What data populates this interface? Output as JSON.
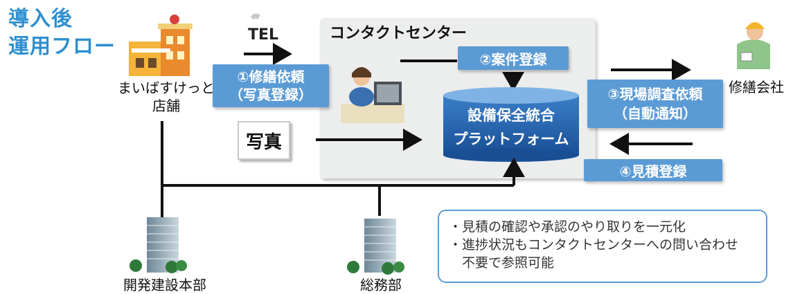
{
  "title": {
    "line1": "導入後",
    "line2": "運用フロー"
  },
  "contact_center": {
    "title": "コンタクトセンター",
    "platform_line1": "設備保全統合",
    "platform_line2": "プラットフォーム"
  },
  "flow": {
    "tel_label": "TEL",
    "photo_label": "写真",
    "step1_line1": "①修繕依頼",
    "step1_line2": "（写真登録）",
    "step2": "②案件登録",
    "step3_line1": "③現場調査依頼",
    "step3_line2": "（自動通知）",
    "step4": "④見積登録"
  },
  "actors": {
    "shop_line1": "まいばすけっと",
    "shop_line2": "店舗",
    "repair_company": "修繕会社",
    "hq": "開発建設本部",
    "general_affairs": "総務部"
  },
  "note": {
    "line1": "・見積の確認や承認のやり取りを一元化",
    "line2": "・進捗状況もコンタクトセンターへの問い合わせ",
    "line3": "　不要で参照可能"
  },
  "colors": {
    "accent_blue": "#5b9bd5",
    "title_blue": "#2e8fcf",
    "platform_dark": "#1f5fa8",
    "panel_gray": "#eceded"
  }
}
